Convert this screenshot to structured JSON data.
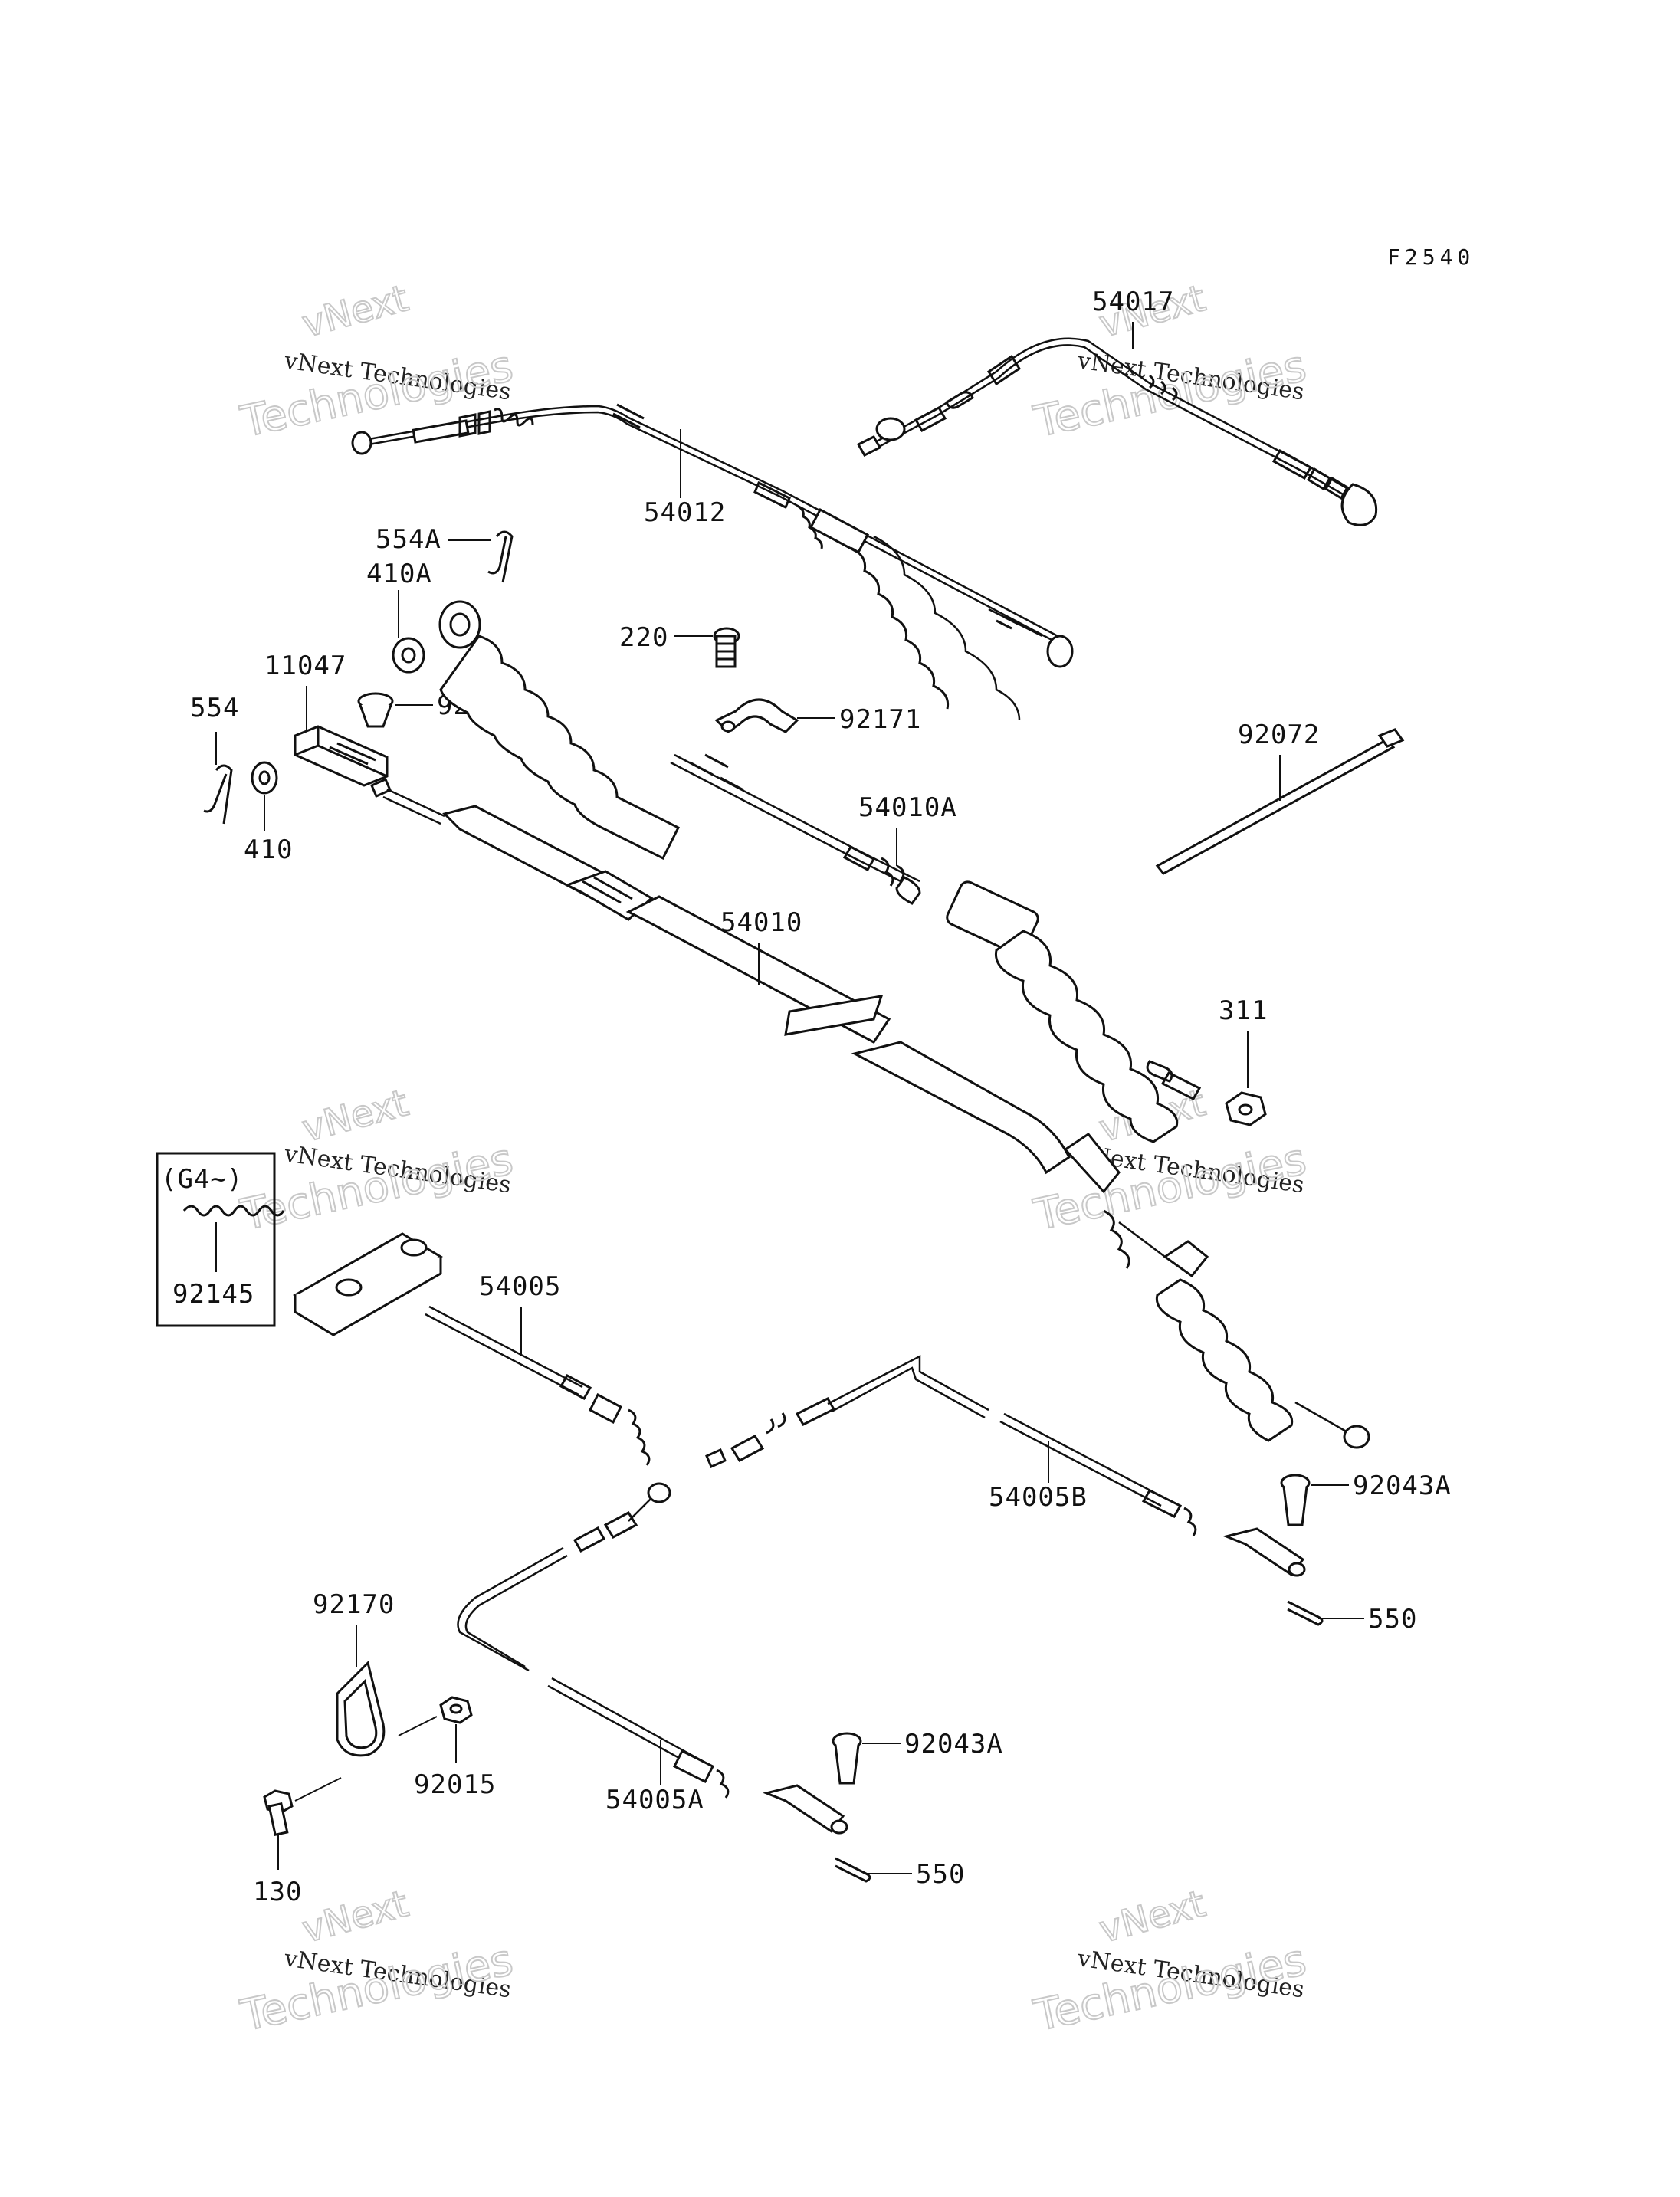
{
  "figure_id": "F2540",
  "watermark": {
    "line1": "vNext Technologies",
    "line2": "Technologies",
    "line3": "vNext"
  },
  "callouts": [
    {
      "id": "54017",
      "text": "54017"
    },
    {
      "id": "54012",
      "text": "54012"
    },
    {
      "id": "554A",
      "text": "554A"
    },
    {
      "id": "410A",
      "text": "410A"
    },
    {
      "id": "220",
      "text": "220"
    },
    {
      "id": "11047",
      "text": "11047"
    },
    {
      "id": "92043",
      "text": "92043"
    },
    {
      "id": "92171",
      "text": "92171"
    },
    {
      "id": "554",
      "text": "554"
    },
    {
      "id": "92072",
      "text": "92072"
    },
    {
      "id": "410",
      "text": "410"
    },
    {
      "id": "54010A",
      "text": "54010A"
    },
    {
      "id": "54010",
      "text": "54010"
    },
    {
      "id": "311",
      "text": "311"
    },
    {
      "id": "G4",
      "text": "(G4~)"
    },
    {
      "id": "92145",
      "text": "92145"
    },
    {
      "id": "54005",
      "text": "54005"
    },
    {
      "id": "92043A-1",
      "text": "92043A"
    },
    {
      "id": "54005B",
      "text": "54005B"
    },
    {
      "id": "550-1",
      "text": "550"
    },
    {
      "id": "92170",
      "text": "92170"
    },
    {
      "id": "92043A-2",
      "text": "92043A"
    },
    {
      "id": "92015",
      "text": "92015"
    },
    {
      "id": "54005A",
      "text": "54005A"
    },
    {
      "id": "130",
      "text": "130"
    },
    {
      "id": "550-2",
      "text": "550"
    }
  ]
}
